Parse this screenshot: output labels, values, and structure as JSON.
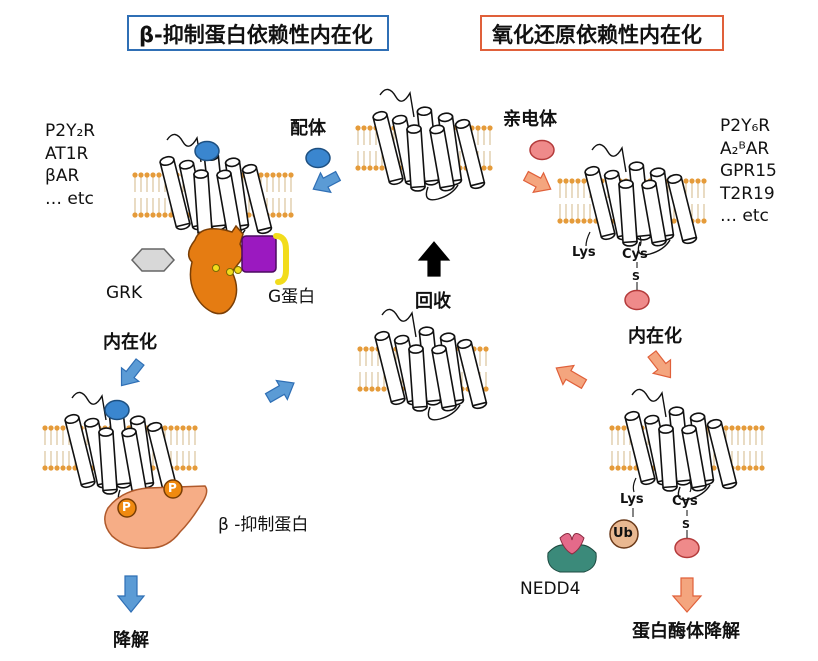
{
  "titles": {
    "left": "β-抑制蛋白依赖性内在化",
    "right": "氧化还原依赖性内在化",
    "left_color": "#2f6fb5",
    "right_color": "#e0603a"
  },
  "labels": {
    "ligand": "配体",
    "electrophile": "亲电体",
    "grk": "GRK",
    "g_protein": "G蛋白",
    "recycling": "回收",
    "internalization_left": "内在化",
    "internalization_right": "内在化",
    "arrestin": "β -抑制蛋白",
    "degradation": "降解",
    "nedd4": "NEDD4",
    "proteasome": "蛋白酶体降解",
    "lys_top": "Lys",
    "cys_top": "Cys",
    "s_top": "S",
    "lys_bottom": "Lys",
    "cys_bottom": "Cys",
    "s_bottom": "S",
    "ub": "Ub",
    "p1": "P",
    "p2": "P"
  },
  "left_receptors": [
    "P2Y₂R",
    "AT1R",
    "βAR",
    "… etc"
  ],
  "right_receptors": [
    "P2Y₆R",
    "A₂ᴮAR",
    "GPR15",
    "T2R19",
    "… etc"
  ],
  "colors": {
    "blue_ligand": "#3a86cf",
    "electrophile": "#ef8a8a",
    "grk": "#d8d8d8",
    "g_alpha": "#e57c12",
    "g_beta": "#9b19c0",
    "g_gamma": "#f2dc1c",
    "arrestin": "#f6ad86",
    "phospho": "#f08a10",
    "ub": "#e9b891",
    "nedd4_green": "#3b8a7a",
    "nedd4_pink": "#e46a8a",
    "membrane": "#e59b3a",
    "arrow_blue": "#5b9bd5",
    "arrow_salmon": "#f4a57e"
  }
}
